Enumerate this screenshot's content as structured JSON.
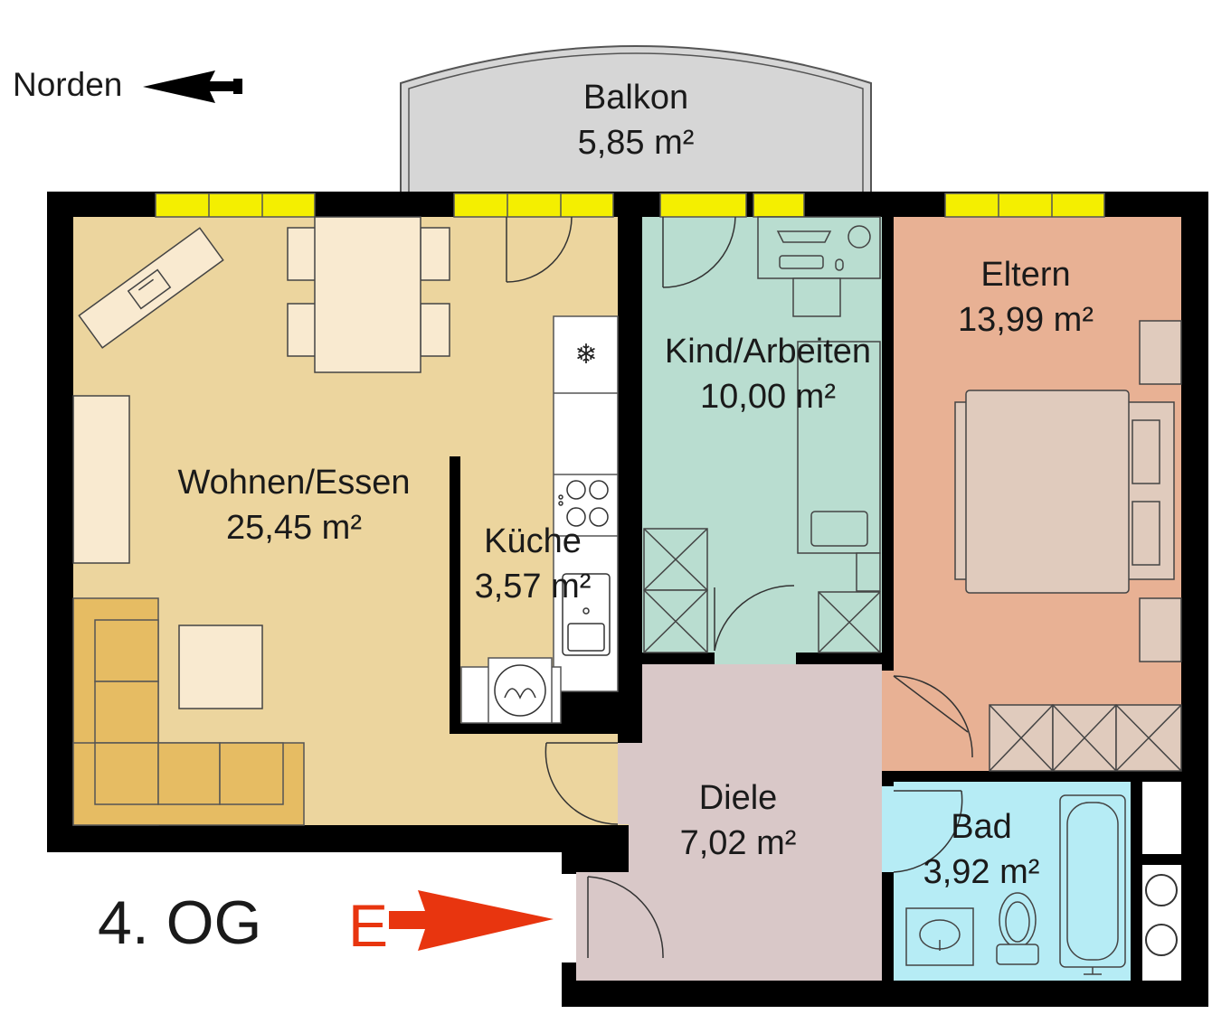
{
  "compass": {
    "label": "Norden",
    "icon": "arrow-left-icon"
  },
  "floor_label": "4. OG",
  "entrance": {
    "label": "E",
    "icon": "arrow-right-icon",
    "color": "#e8350f"
  },
  "colors": {
    "wall": "#000000",
    "window": "#f4ef00",
    "wohnen": "#ecd59e",
    "kind": "#b9ddd0",
    "eltern": "#e8b194",
    "diele": "#d9c8c8",
    "bad": "#b6ecf5",
    "balkon": "#d6d6d6",
    "sofa": "#e6bc63",
    "furniture": "#f9ead0"
  },
  "rooms": [
    {
      "id": "balkon",
      "name": "Balkon",
      "area": "5,85 m²"
    },
    {
      "id": "wohnen",
      "name": "Wohnen/Essen",
      "area": "25,45 m²"
    },
    {
      "id": "kueche",
      "name": "Küche",
      "area": "3,57 m²"
    },
    {
      "id": "kind",
      "name": "Kind/Arbeiten",
      "area": "10,00 m²"
    },
    {
      "id": "eltern",
      "name": "Eltern",
      "area": "13,99 m²"
    },
    {
      "id": "diele",
      "name": "Diele",
      "area": "7,02 m²"
    },
    {
      "id": "bad",
      "name": "Bad",
      "area": "3,92 m²"
    }
  ]
}
